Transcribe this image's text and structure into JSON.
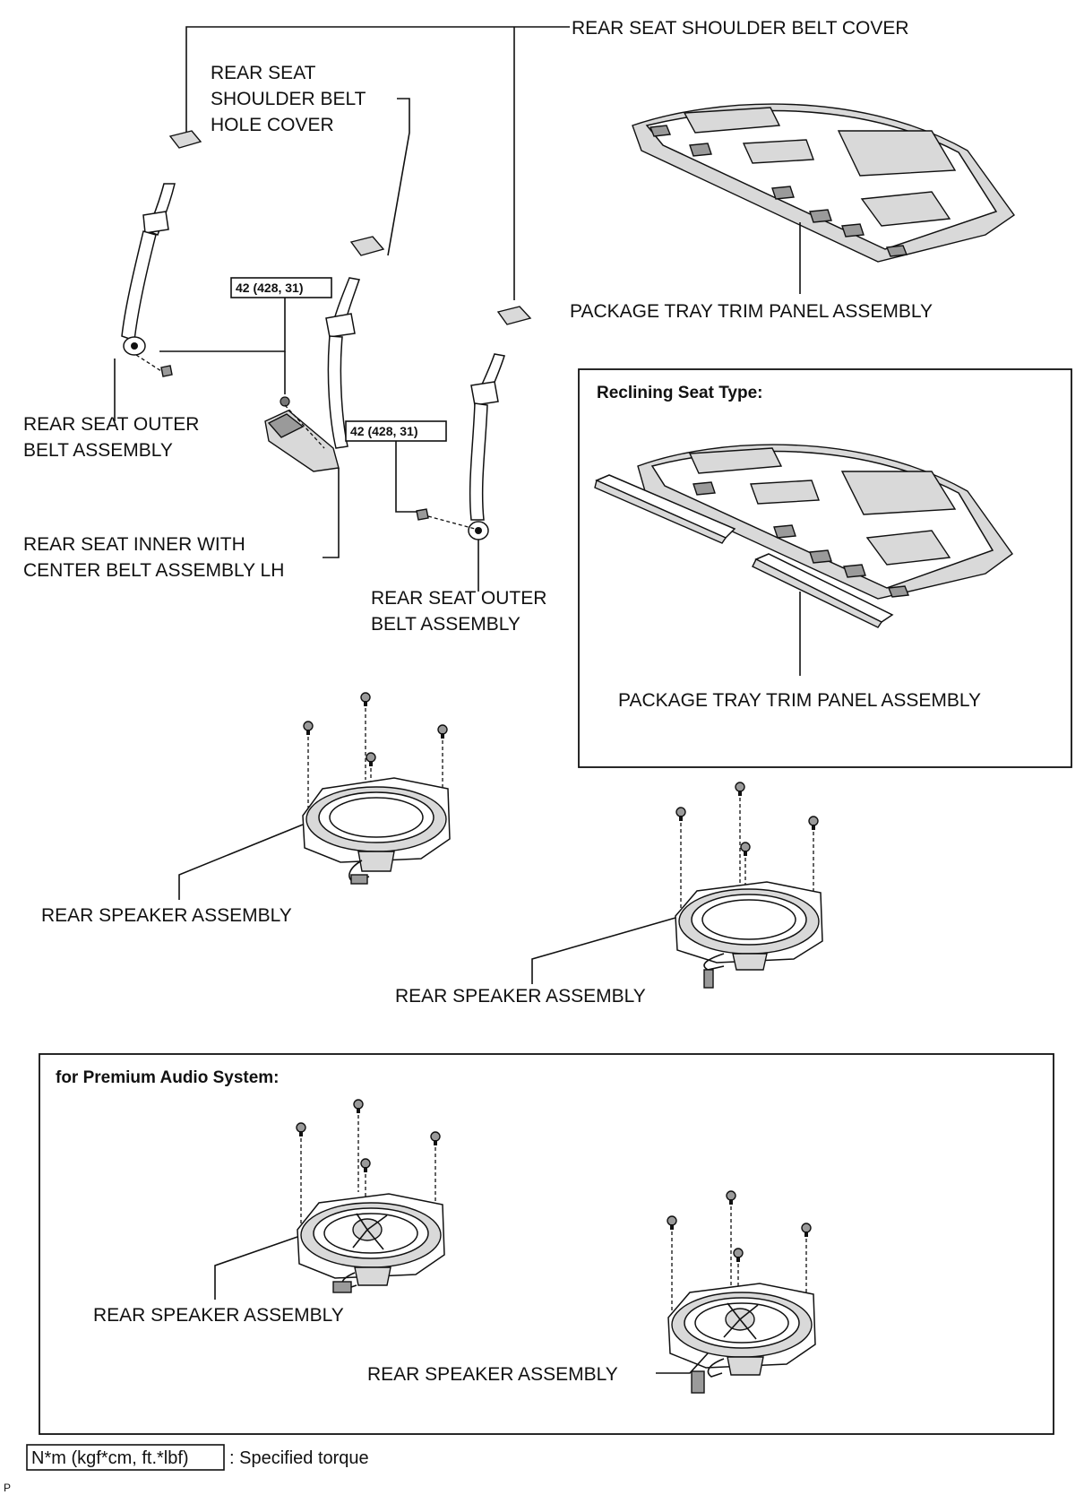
{
  "labels": {
    "shoulder_belt_cover": "REAR SEAT SHOULDER BELT COVER",
    "hole_cover": [
      "REAR SEAT",
      "SHOULDER BELT",
      "HOLE COVER"
    ],
    "package_tray_top": "PACKAGE TRAY TRIM PANEL ASSEMBLY",
    "outer_belt_left": [
      "REAR SEAT OUTER",
      "BELT ASSEMBLY"
    ],
    "inner_center_belt": [
      "REAR SEAT INNER WITH",
      "CENTER BELT ASSEMBLY LH"
    ],
    "outer_belt_right": [
      "REAR SEAT OUTER",
      "BELT ASSEMBLY"
    ],
    "reclining_title": "Reclining Seat Type:",
    "package_tray_reclining": "PACKAGE TRAY TRIM PANEL ASSEMBLY",
    "speaker_1": "REAR SPEAKER ASSEMBLY",
    "speaker_2": "REAR SPEAKER ASSEMBLY",
    "premium_title": "for Premium Audio System:",
    "speaker_3": "REAR SPEAKER ASSEMBLY",
    "speaker_4": "REAR SPEAKER ASSEMBLY"
  },
  "torque": {
    "left": "42 (428, 31)",
    "right": "42 (428, 31)"
  },
  "legend": {
    "box": "N*m (kgf*cm, ft.*lbf)",
    "text": ": Specified torque"
  },
  "corner_mark": "P"
}
